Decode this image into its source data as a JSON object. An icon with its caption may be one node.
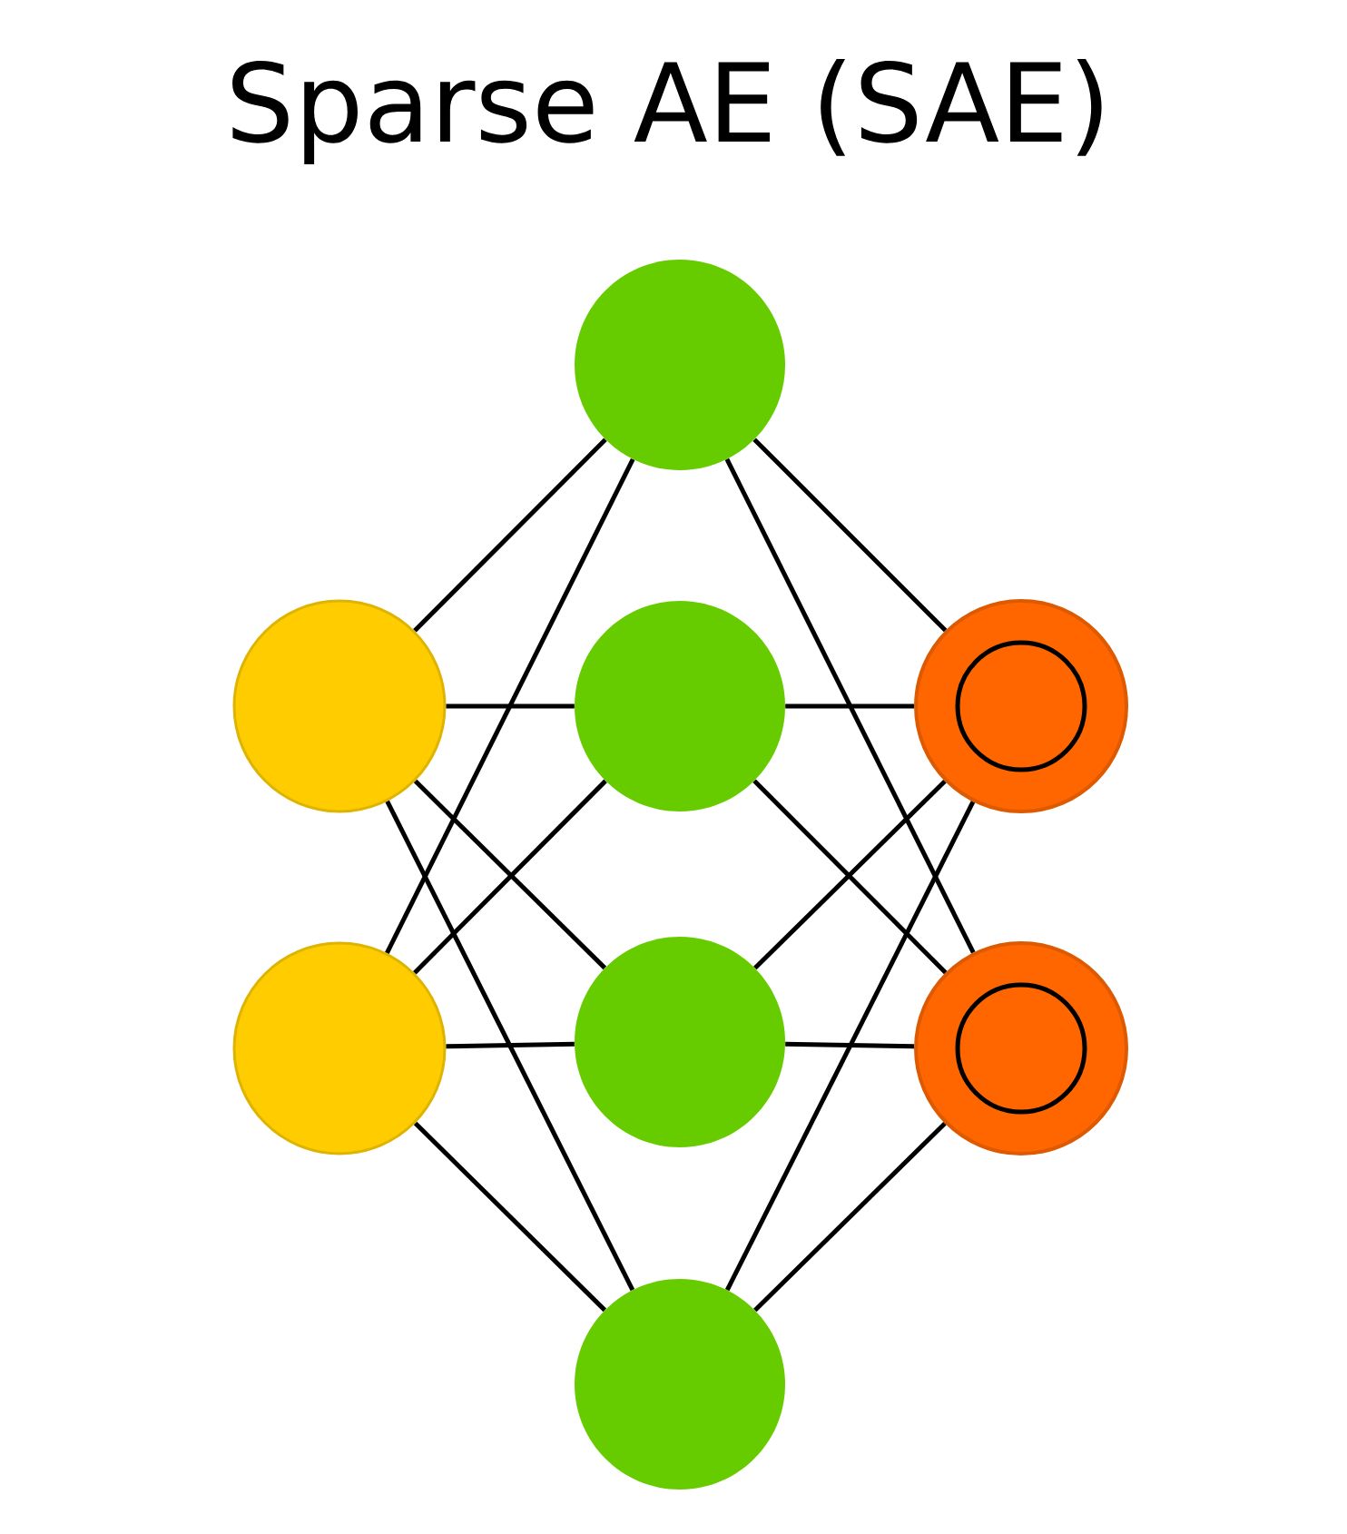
{
  "diagram": {
    "title": "Sparse AE (SAE)",
    "nodes": [
      {
        "text": [],
        "shape": "circle"
      },
      {
        "text": [],
        "shape": "circle"
      },
      {
        "text": [],
        "shape": "circle"
      },
      {
        "text": [],
        "shape": "circle"
      },
      {
        "text": [],
        "shape": "circle"
      },
      {
        "text": [],
        "shape": "circle"
      },
      {
        "text": [],
        "shape": "circle"
      },
      {
        "text": [],
        "shape": "circle"
      }
    ],
    "edges": [
      {
        "from": 1,
        "to": 0,
        "arrow": "none"
      },
      {
        "from": 1,
        "to": 2,
        "arrow": "none"
      },
      {
        "from": 1,
        "to": 5,
        "arrow": "none"
      },
      {
        "from": 1,
        "to": 7,
        "arrow": "none"
      },
      {
        "from": 4,
        "to": 0,
        "arrow": "none"
      },
      {
        "from": 4,
        "to": 2,
        "arrow": "none"
      },
      {
        "from": 4,
        "to": 5,
        "arrow": "none"
      },
      {
        "from": 4,
        "to": 7,
        "arrow": "none"
      },
      {
        "from": 0,
        "to": 3,
        "arrow": "none"
      },
      {
        "from": 0,
        "to": 6,
        "arrow": "none"
      },
      {
        "from": 2,
        "to": 3,
        "arrow": "none"
      },
      {
        "from": 2,
        "to": 6,
        "arrow": "none"
      },
      {
        "from": 5,
        "to": 3,
        "arrow": "none"
      },
      {
        "from": 5,
        "to": 6,
        "arrow": "none"
      },
      {
        "from": 7,
        "to": 3,
        "arrow": "none"
      },
      {
        "from": 7,
        "to": 6,
        "arrow": "none"
      }
    ]
  }
}
